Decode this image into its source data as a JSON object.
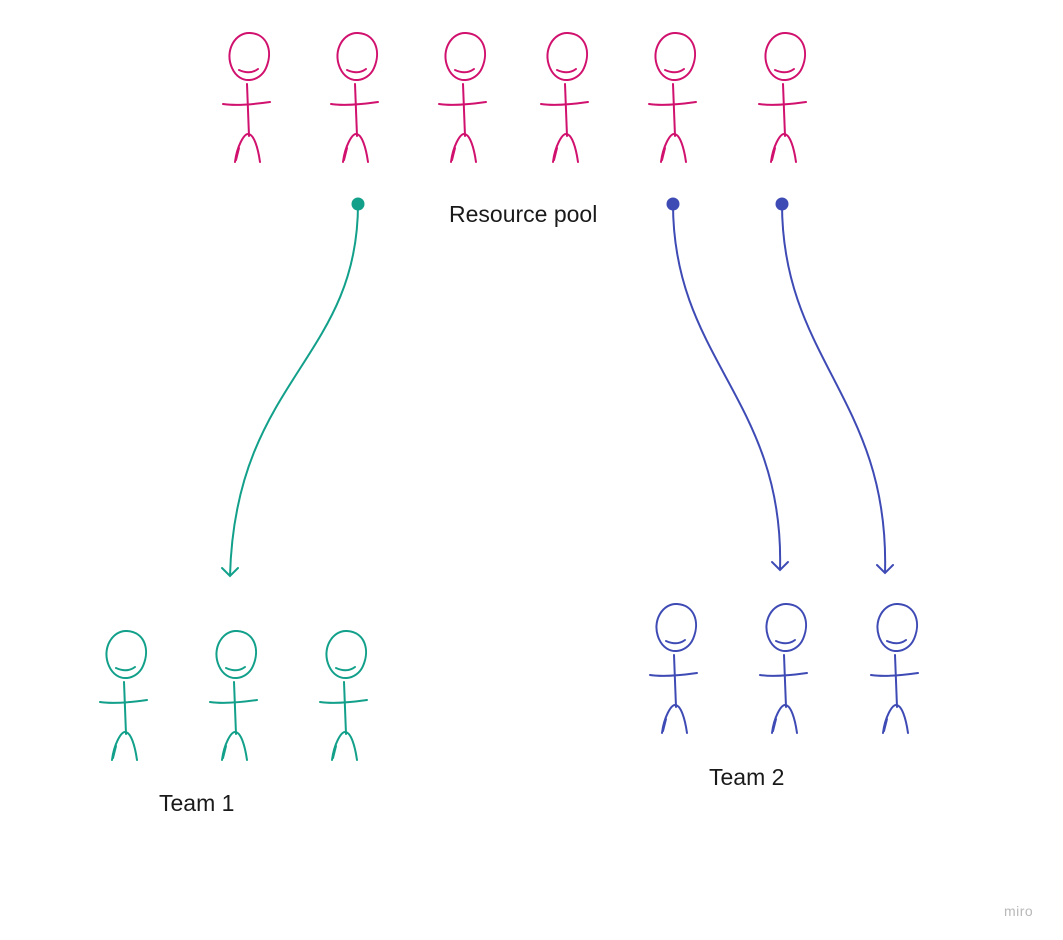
{
  "labels": {
    "resource_pool": "Resource pool",
    "team1": "Team 1",
    "team2": "Team 2"
  },
  "watermark": "miro",
  "colors": {
    "pool": "#d1116e",
    "team1": "#12a08a",
    "team2": "#3f4bb5",
    "text": "#1a1a1a",
    "background": "#ffffff"
  },
  "groups": {
    "pool": {
      "count": 6
    },
    "team1": {
      "count": 3
    },
    "team2": {
      "count": 3
    }
  },
  "assignments": [
    {
      "from": "pool",
      "to": "team1",
      "color": "#12a08a"
    },
    {
      "from": "pool",
      "to": "team2",
      "color": "#3f4bb5"
    },
    {
      "from": "pool",
      "to": "team2",
      "color": "#3f4bb5"
    }
  ]
}
